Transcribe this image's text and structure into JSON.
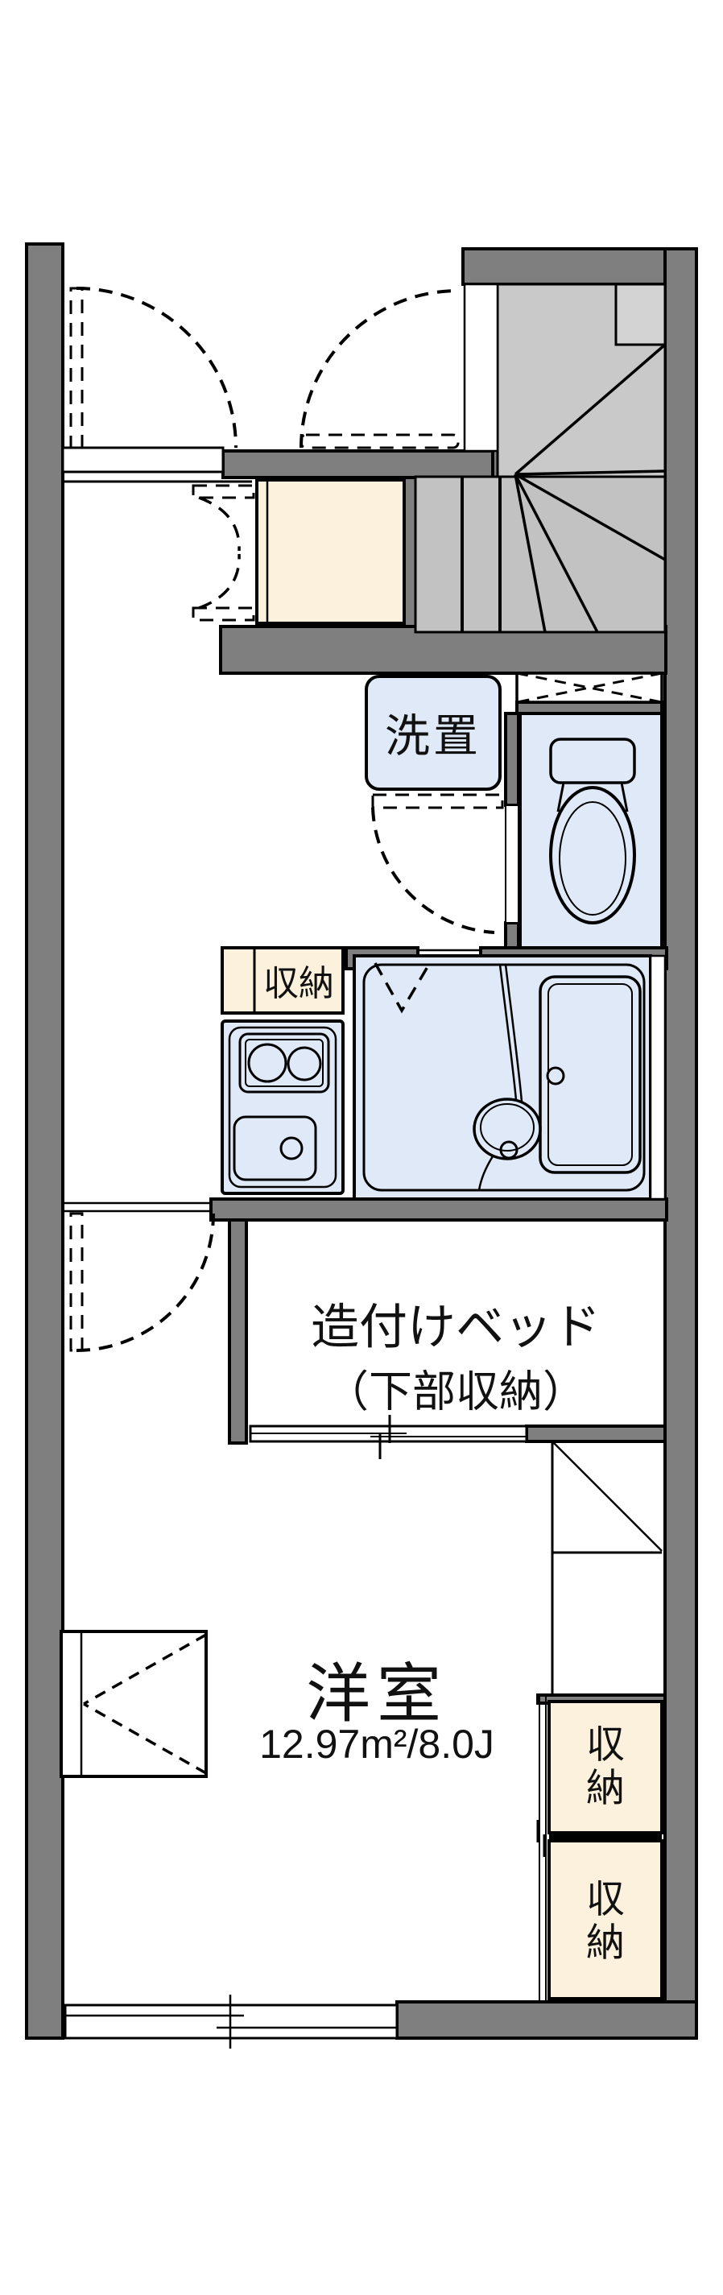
{
  "plan": {
    "labels": {
      "washer": "洗置",
      "kitchen_storage": "収納",
      "bed_line1": "造付けベッド",
      "bed_line2": "（下部収納）",
      "room_name": "洋室",
      "room_size": "12.97m²/8.0J",
      "closet_upper": "収納",
      "closet_lower": "収納"
    },
    "colors": {
      "wall": "#7f7f7f",
      "stair_upper": "#c9c9c9",
      "stair_lower": "#c2c2c2",
      "stair_landing": "#d3d3d3",
      "fixture_blue": "#dfe9f8",
      "tatami_beige": "#fbf1dc"
    }
  }
}
